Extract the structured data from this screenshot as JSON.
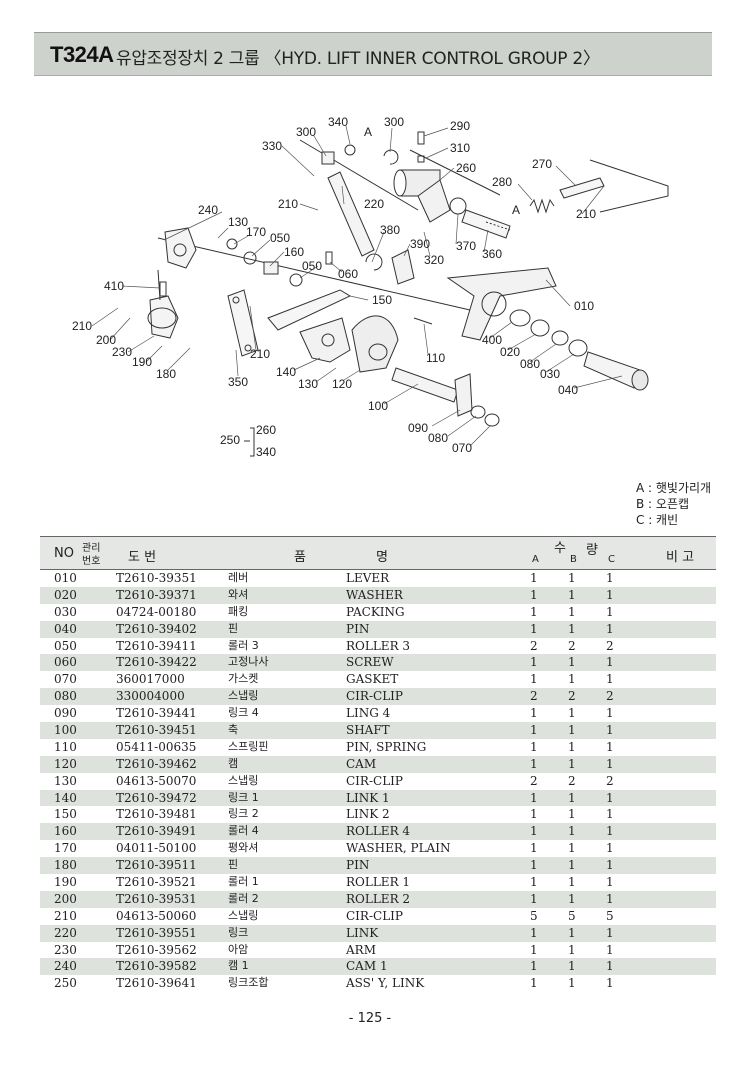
{
  "header": {
    "code": "T324A",
    "title": "유압조정장치 2 그룹 〈HYD. LIFT INNER CONTROL GROUP 2〉"
  },
  "diagram": {
    "labels": {
      "330": "330",
      "300a": "300",
      "340": "340",
      "A1": "A",
      "300b": "300",
      "290": "290",
      "310": "310",
      "260": "260",
      "270": "270",
      "280": "280",
      "A2": "A",
      "210a": "210",
      "240": "240",
      "130a": "130",
      "170": "170",
      "050a": "050",
      "210b": "210",
      "220": "220",
      "380": "380",
      "390": "390",
      "370": "370",
      "360": "360",
      "320": "320",
      "160": "160",
      "050b": "050",
      "060": "060",
      "410": "410",
      "150": "150",
      "010": "010",
      "210c": "210",
      "200": "200",
      "230": "230",
      "190": "190",
      "180": "180",
      "210d": "210",
      "400": "400",
      "020": "020",
      "080a": "080",
      "030": "030",
      "040": "040",
      "110": "110",
      "140": "140",
      "130b": "130",
      "120": "120",
      "350": "350",
      "100": "100",
      "090": "090",
      "080b": "080",
      "070": "070",
      "250": "250",
      "260b": "260",
      "340b": "340"
    }
  },
  "legend": {
    "a": "A : 햇빛가리개",
    "b": "B : 오픈캡",
    "c": "C : 캐빈"
  },
  "table": {
    "headers": {
      "no": "NO",
      "mgmt_top": "관리",
      "mgmt_bottom": "번호",
      "drawing": "도    번",
      "pum": "품",
      "myeong": "명",
      "su": "수",
      "ryang": "량",
      "a": "A",
      "b": "B",
      "c": "C",
      "remarks": "비 고"
    },
    "rows": [
      {
        "no": "010",
        "pn": "T2610-39351",
        "kr": "레버",
        "en": "LEVER",
        "a": "1",
        "b": "1",
        "c": "1"
      },
      {
        "no": "020",
        "pn": "T2610-39371",
        "kr": "와셔",
        "en": "WASHER",
        "a": "1",
        "b": "1",
        "c": "1"
      },
      {
        "no": "030",
        "pn": "04724-00180",
        "kr": "패킹",
        "en": "PACKING",
        "a": "1",
        "b": "1",
        "c": "1"
      },
      {
        "no": "040",
        "pn": "T2610-39402",
        "kr": "핀",
        "en": "PIN",
        "a": "1",
        "b": "1",
        "c": "1"
      },
      {
        "no": "050",
        "pn": "T2610-39411",
        "kr": "롤러 3",
        "en": "ROLLER 3",
        "a": "2",
        "b": "2",
        "c": "2"
      },
      {
        "no": "060",
        "pn": "T2610-39422",
        "kr": "고정나사",
        "en": "SCREW",
        "a": "1",
        "b": "1",
        "c": "1"
      },
      {
        "no": "070",
        "pn": "360017000",
        "kr": "가스켓",
        "en": "GASKET",
        "a": "1",
        "b": "1",
        "c": "1"
      },
      {
        "no": "080",
        "pn": "330004000",
        "kr": "스냅링",
        "en": "CIR-CLIP",
        "a": "2",
        "b": "2",
        "c": "2"
      },
      {
        "no": "090",
        "pn": "T2610-39441",
        "kr": "링크 4",
        "en": "LING 4",
        "a": "1",
        "b": "1",
        "c": "1"
      },
      {
        "no": "100",
        "pn": "T2610-39451",
        "kr": "축",
        "en": "SHAFT",
        "a": "1",
        "b": "1",
        "c": "1"
      },
      {
        "no": "110",
        "pn": "05411-00635",
        "kr": "스프링핀",
        "en": "PIN, SPRING",
        "a": "1",
        "b": "1",
        "c": "1"
      },
      {
        "no": "120",
        "pn": "T2610-39462",
        "kr": "캠",
        "en": "CAM",
        "a": "1",
        "b": "1",
        "c": "1"
      },
      {
        "no": "130",
        "pn": "04613-50070",
        "kr": "스냅링",
        "en": "CIR-CLIP",
        "a": "2",
        "b": "2",
        "c": "2"
      },
      {
        "no": "140",
        "pn": "T2610-39472",
        "kr": "링크 1",
        "en": "LINK 1",
        "a": "1",
        "b": "1",
        "c": "1"
      },
      {
        "no": "150",
        "pn": "T2610-39481",
        "kr": "링크 2",
        "en": "LINK 2",
        "a": "1",
        "b": "1",
        "c": "1"
      },
      {
        "no": "160",
        "pn": "T2610-39491",
        "kr": "롤러 4",
        "en": "ROLLER 4",
        "a": "1",
        "b": "1",
        "c": "1"
      },
      {
        "no": "170",
        "pn": "04011-50100",
        "kr": "평와셔",
        "en": "WASHER, PLAIN",
        "a": "1",
        "b": "1",
        "c": "1"
      },
      {
        "no": "180",
        "pn": "T2610-39511",
        "kr": "핀",
        "en": "PIN",
        "a": "1",
        "b": "1",
        "c": "1"
      },
      {
        "no": "190",
        "pn": "T2610-39521",
        "kr": "롤러 1",
        "en": "ROLLER 1",
        "a": "1",
        "b": "1",
        "c": "1"
      },
      {
        "no": "200",
        "pn": "T2610-39531",
        "kr": "롤러 2",
        "en": "ROLLER 2",
        "a": "1",
        "b": "1",
        "c": "1"
      },
      {
        "no": "210",
        "pn": "04613-50060",
        "kr": "스냅링",
        "en": "CIR-CLIP",
        "a": "5",
        "b": "5",
        "c": "5"
      },
      {
        "no": "220",
        "pn": "T2610-39551",
        "kr": "링크",
        "en": "LINK",
        "a": "1",
        "b": "1",
        "c": "1"
      },
      {
        "no": "230",
        "pn": "T2610-39562",
        "kr": "아암",
        "en": "ARM",
        "a": "1",
        "b": "1",
        "c": "1"
      },
      {
        "no": "240",
        "pn": "T2610-39582",
        "kr": "캠 1",
        "en": "CAM 1",
        "a": "1",
        "b": "1",
        "c": "1"
      },
      {
        "no": "250",
        "pn": "T2610-39641",
        "kr": "링크조합",
        "en": "ASS' Y, LINK",
        "a": "1",
        "b": "1",
        "c": "1"
      }
    ]
  },
  "footer": {
    "page": "- 125 -"
  }
}
